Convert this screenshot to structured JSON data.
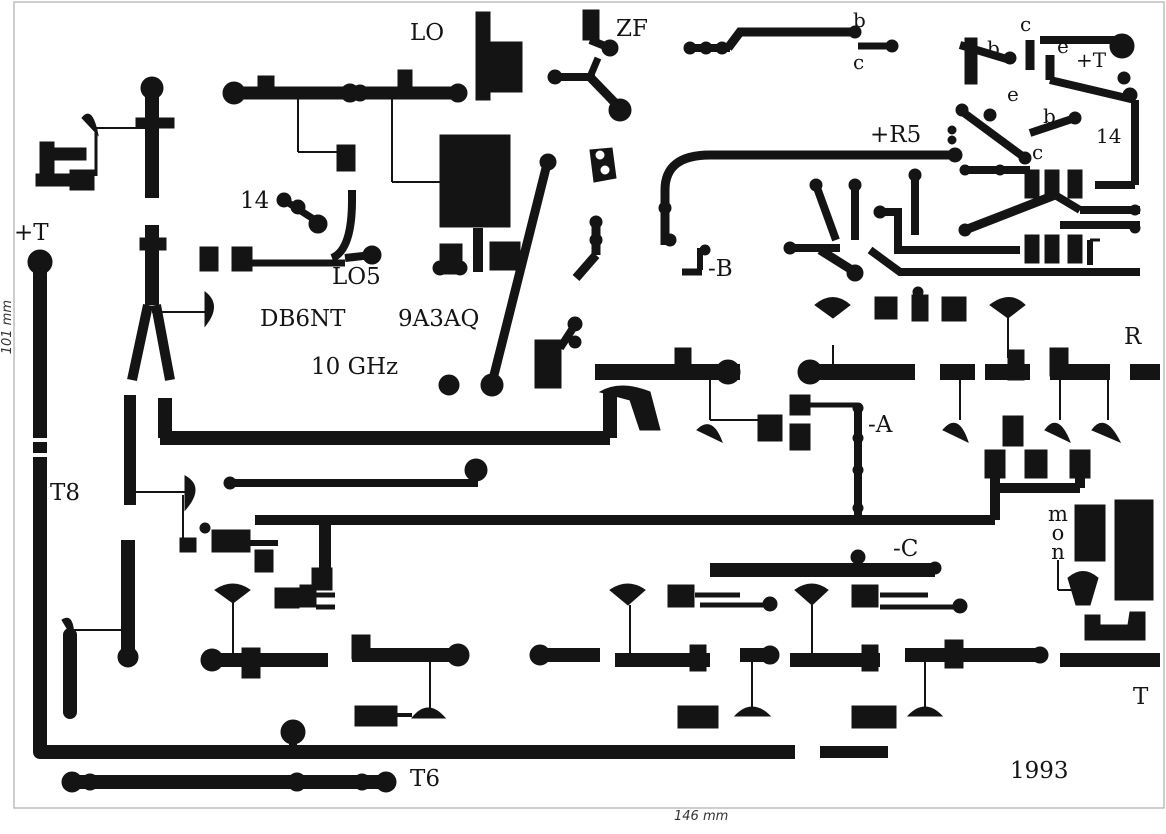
{
  "labels": {
    "lo": "LO",
    "zf": "ZF",
    "b_top": "b",
    "c_top": "c",
    "c_right": "c",
    "b_right": "b",
    "e_right1": "e",
    "plus_t_top": "+T",
    "e_right2": "e",
    "b_right2": "b",
    "n14_right": "14",
    "c_right2": "c",
    "plus_r5": "+R5",
    "n14_left": "14",
    "lo5": "LO5",
    "minus_b": "-B",
    "plus_t_left": "+T",
    "db6nt": "DB6NT",
    "a9a3aq": "9A3AQ",
    "r_port": "R",
    "freq": "10 GHz",
    "minus_a": "-A",
    "t8": "T8",
    "mon": [
      "m",
      "o",
      "n"
    ],
    "minus_c": "-C",
    "t_port": "T",
    "t6": "T6",
    "year": "1993"
  },
  "dimensions": {
    "width": "146 mm",
    "height": "101 mm"
  },
  "colors": {
    "copper": "#141414",
    "paper": "#ffffff"
  }
}
